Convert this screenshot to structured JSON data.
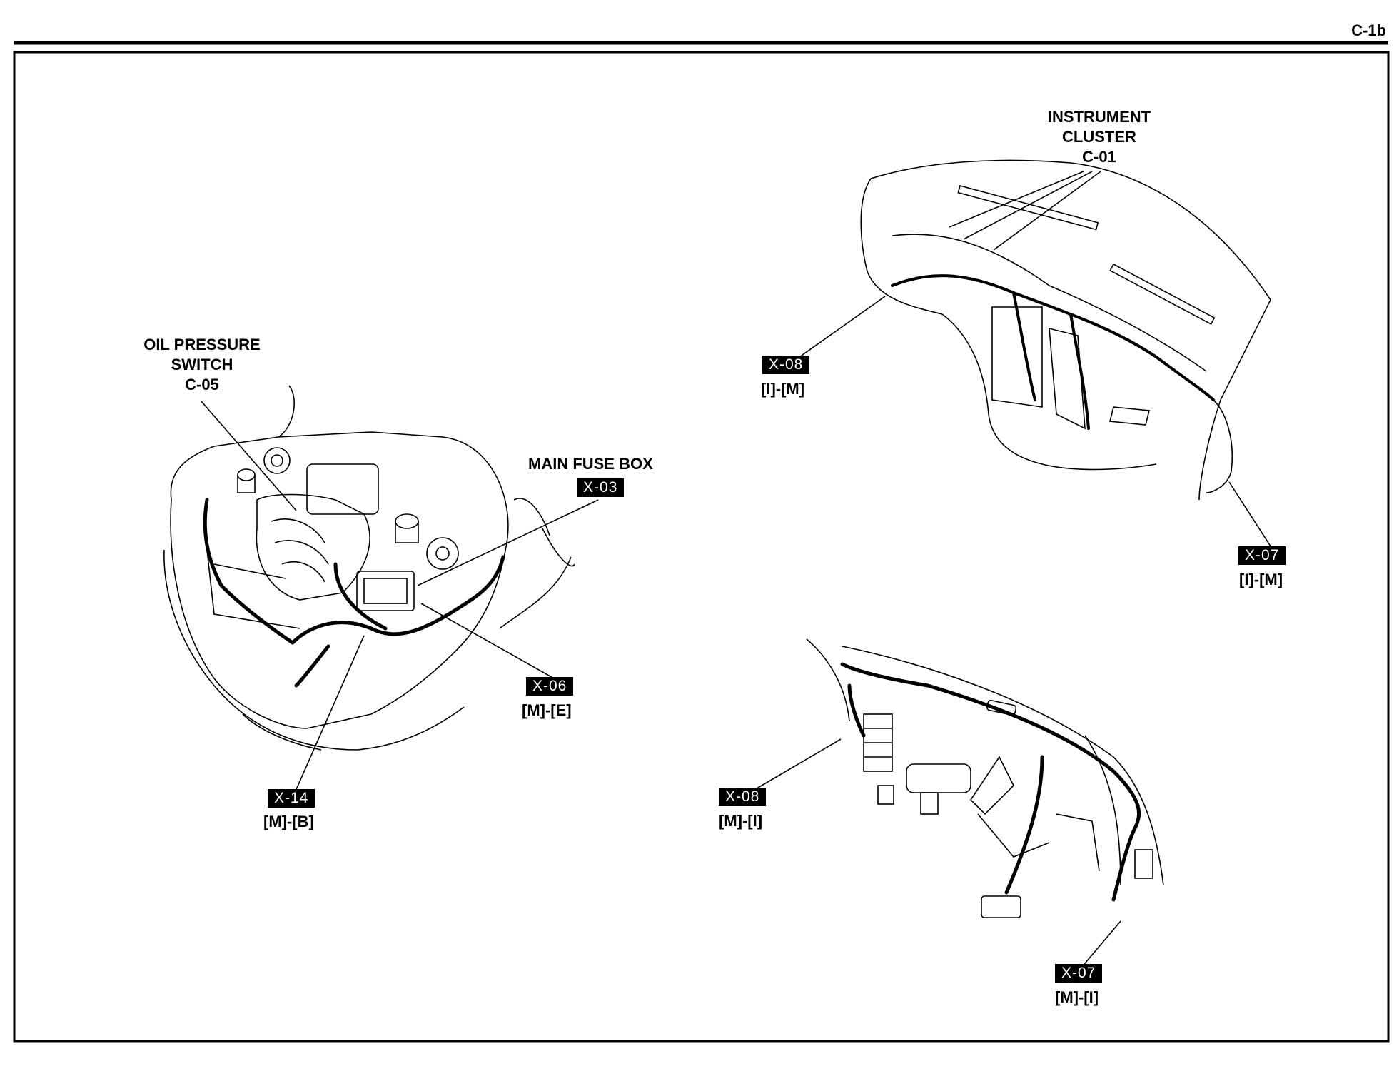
{
  "page": {
    "id": "C-1b"
  },
  "labels": {
    "instrument_cluster": "INSTRUMENT\nCLUSTER\nC-01",
    "oil_pressure_switch": "OIL PRESSURE\nSWITCH\nC-05",
    "main_fuse_box": "MAIN FUSE BOX"
  },
  "connectors": {
    "x03": {
      "tag": "X-03"
    },
    "x06": {
      "tag": "X-06",
      "ref": "[M]-[E]"
    },
    "x14": {
      "tag": "X-14",
      "ref": "[M]-[B]"
    },
    "x08_top": {
      "tag": "X-08",
      "ref": "[I]-[M]"
    },
    "x07_top": {
      "tag": "X-07",
      "ref": "[I]-[M]"
    },
    "x08_bottom": {
      "tag": "X-08",
      "ref": "[M]-[I]"
    },
    "x07_bottom": {
      "tag": "X-07",
      "ref": "[M]-[I]"
    }
  }
}
